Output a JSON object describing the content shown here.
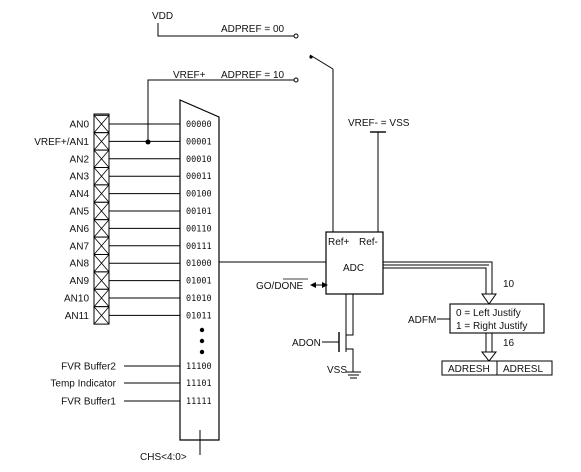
{
  "vdd": "VDD",
  "adpref_00": "ADPREF = 00",
  "adpref_10": "ADPREF = 10",
  "vref_plus": "VREF+",
  "vref_minus_vss": "VREF- = VSS",
  "channels": [
    {
      "label": "AN0",
      "code": "00000"
    },
    {
      "label": "VREF+/AN1",
      "code": "00001"
    },
    {
      "label": "AN2",
      "code": "00010"
    },
    {
      "label": "AN3",
      "code": "00011"
    },
    {
      "label": "AN4",
      "code": "00100"
    },
    {
      "label": "AN5",
      "code": "00101"
    },
    {
      "label": "AN6",
      "code": "00110"
    },
    {
      "label": "AN7",
      "code": "00111"
    },
    {
      "label": "AN8",
      "code": "01000"
    },
    {
      "label": "AN9",
      "code": "01001"
    },
    {
      "label": "AN10",
      "code": "01010"
    },
    {
      "label": "AN11",
      "code": "01011"
    }
  ],
  "internal_channels": [
    {
      "label": "FVR Buffer2",
      "code": "11100"
    },
    {
      "label": "Temp Indicator",
      "code": "11101"
    },
    {
      "label": "FVR Buffer1",
      "code": "11111"
    }
  ],
  "chs": "CHS<4:0>",
  "adc": {
    "ref_plus": "Ref+",
    "ref_minus": "Ref-",
    "label": "ADC"
  },
  "go_done": "GO/DONE",
  "adon": "ADON",
  "vss": "VSS",
  "bus10": "10",
  "bus16": "16",
  "adfm": "ADFM",
  "justify_left": "0 = Left Justify",
  "justify_right": "1 = Right Justify",
  "adresh": "ADRESH",
  "adresl": "ADRESL"
}
